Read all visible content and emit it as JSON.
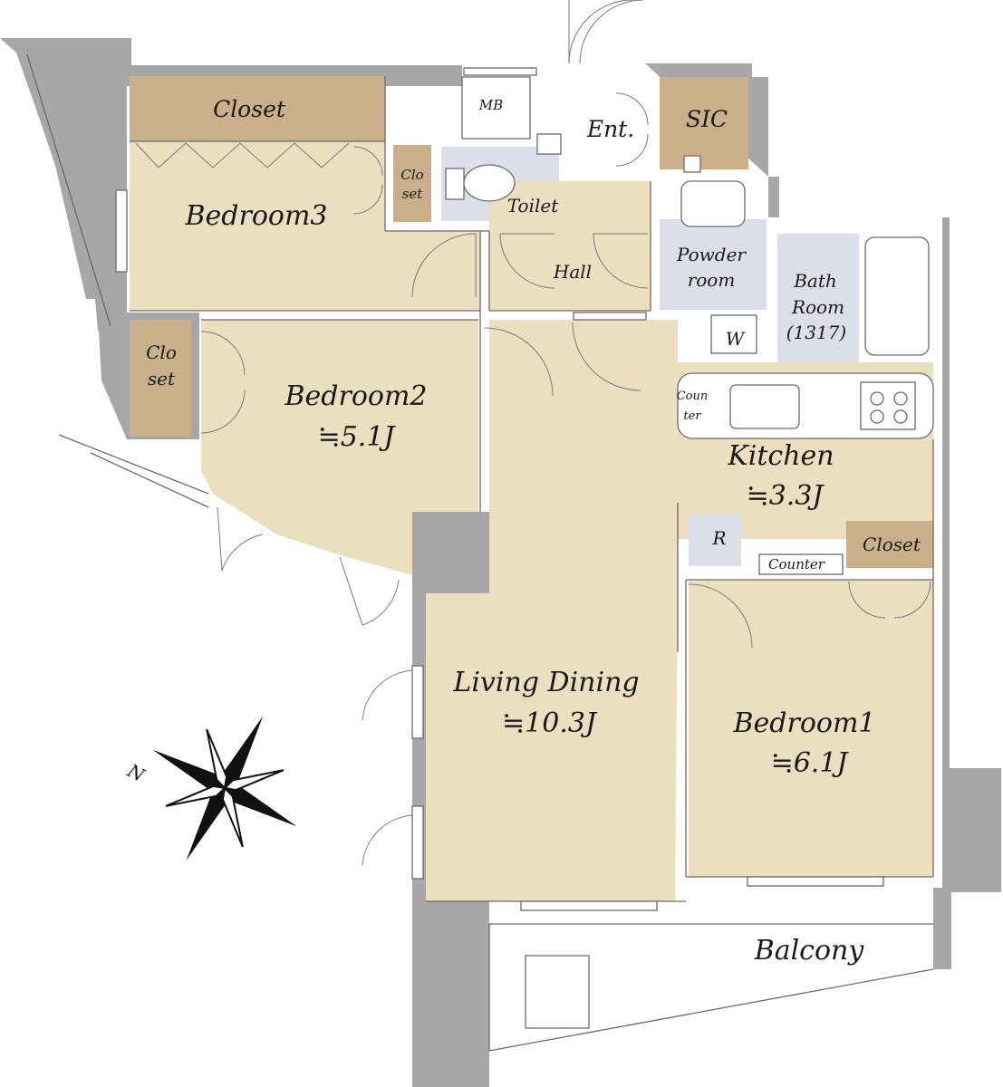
{
  "rooms": {
    "closet_top": "Closet",
    "bedroom3": "Bedroom3",
    "closet_b3_line1": "Clo",
    "closet_b3_line2": "set",
    "mb": "MB",
    "toilet": "Toilet",
    "entrance": "Ent.",
    "sic": "SIC",
    "hall": "Hall",
    "powder_line1": "Powder",
    "powder_line2": "room",
    "bath_line1": "Bath",
    "bath_line2": "Room",
    "bath_size": "(1317)",
    "washer": "W",
    "closet_b2_line1": "Clo",
    "closet_b2_line2": "set",
    "bedroom2": "Bedroom2",
    "bedroom2_size": "≒5.1J",
    "counter_kitchen_line1": "Coun",
    "counter_kitchen_line2": "ter",
    "kitchen": "Kitchen",
    "kitchen_size": "≒3.3J",
    "fridge": "R",
    "counter_small": "Counter",
    "closet_b1": "Closet",
    "living_dining": "Living Dining",
    "living_dining_size": "≒10.3J",
    "bedroom1": "Bedroom1",
    "bedroom1_size": "≒6.1J",
    "balcony": "Balcony"
  },
  "compass": {
    "north_label": "N"
  },
  "colors": {
    "wall": "#a7a7a7",
    "room": "#ecdfc0",
    "closet": "#c9b08a",
    "wet_area": "#dcdfe9"
  }
}
